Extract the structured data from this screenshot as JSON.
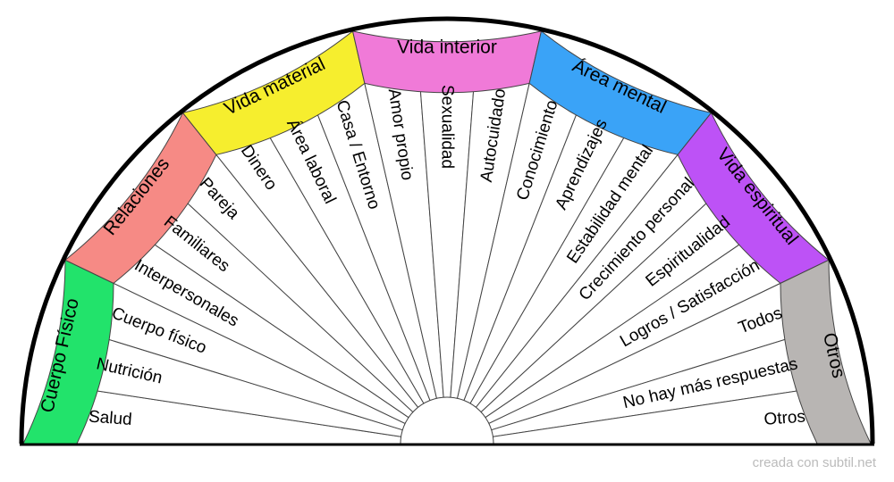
{
  "credit": "creada con subtil.net",
  "categories": [
    {
      "name": "Cuerpo Físico",
      "color": "#22e36b",
      "count": 3
    },
    {
      "name": "Relaciones",
      "color": "#f68a85",
      "count": 3
    },
    {
      "name": "Vida material",
      "color": "#f6ee2e",
      "count": 3
    },
    {
      "name": "Vida interior",
      "color": "#f07ad8",
      "count": 3
    },
    {
      "name": "Área mental",
      "color": "#3aa3f7",
      "count": 3
    },
    {
      "name": "Vida espiritual",
      "color": "#bd52f6",
      "count": 3
    },
    {
      "name": "Otros",
      "color": "#b8b5b3",
      "count": 3
    }
  ],
  "items": [
    "Salud",
    "Nutrición",
    "Cuerpo físico",
    "Interpersonales",
    "Familiares",
    "Pareja",
    "Dinero",
    "Área laboral",
    "Casa  / Entorno",
    "Amor propio",
    "Sexualidad",
    "Autocuidado",
    "Conocimiento",
    "Aprendizajes",
    "Estabilidad mental",
    "Crecimiento personal",
    "Espiritualidad",
    "Logros / Satisfacción",
    "Todos",
    "No hay más respuestas",
    "Otros"
  ]
}
